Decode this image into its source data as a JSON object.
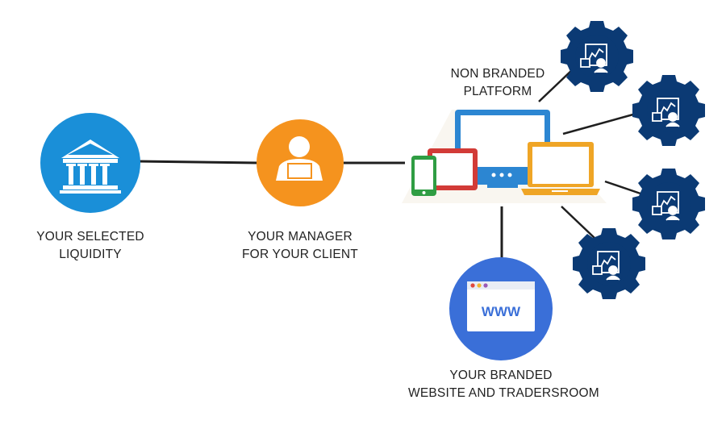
{
  "nodes": {
    "liquidity": {
      "line1": "YOUR SELECTED",
      "line2": "LIQUIDITY",
      "icon": "bank-icon"
    },
    "manager": {
      "line1": "YOUR MANAGER",
      "line2": "FOR YOUR CLIENT",
      "icon": "person-laptop-icon"
    },
    "platform": {
      "line1": "NON BRANDED",
      "line2": "PLATFORM",
      "icon": "devices-icon"
    },
    "website": {
      "line1": "YOUR BRANDED",
      "line2": "WEBSITE AND TRADERSROOM",
      "icon": "browser-icon",
      "www": "WWW"
    },
    "traders": {
      "icon": "gear-trader-icon",
      "count": 4
    }
  },
  "colors": {
    "liquidity_circle": "#1a8fd8",
    "manager_circle": "#f5931e",
    "website_circle": "#3a6fd8",
    "gear": "#0b3a74",
    "connector": "#1f1f1f",
    "monitor": "#2c86d2",
    "tablet": "#d23b37",
    "phone": "#2f9d43",
    "laptop": "#efa526"
  }
}
